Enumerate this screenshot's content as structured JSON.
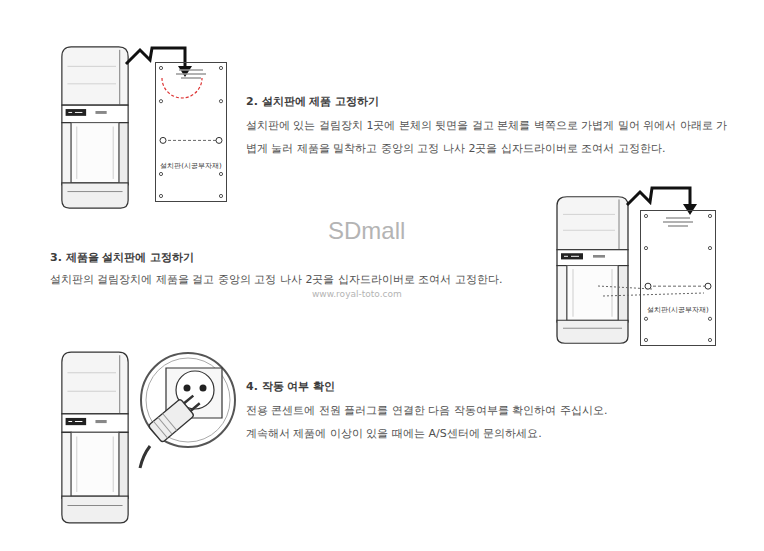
{
  "diagram": {
    "nodes": [
      {
        "text": [
          "설치판(시공부자재)"
        ]
      },
      {
        "text": [
          "설치판(시공부자재)"
        ]
      }
    ],
    "labels": [
      "2. 설치판에 제품 고정하기",
      "설치판에 있는 걸림장치 1곳에 본체의 뒷면을 걸고 본체를 벽쪽으로 가볍게 밀어 위에서 아래로 가볍게 눌러 제품을 밀착하고 중앙의 고정 나사 2곳을 십자드라이버로 조여서 고정한다.",
      "SDmall",
      "3. 제품을 설치판에 고정하기",
      "설치판의 걸림장치에 제품을 걸고 중앙의 고정 나사 2곳을 십자드라이버로 조여서 고정한다.",
      "www.royal-toto.com",
      "4. 작동 여부 확인",
      "전용 콘센트에 전원 플러그를 연결한 다음 작동여부를 확인하여 주십시오.",
      "계속해서 제품에 이상이 있을 때에는 A/S센터에 문의하세요."
    ]
  }
}
